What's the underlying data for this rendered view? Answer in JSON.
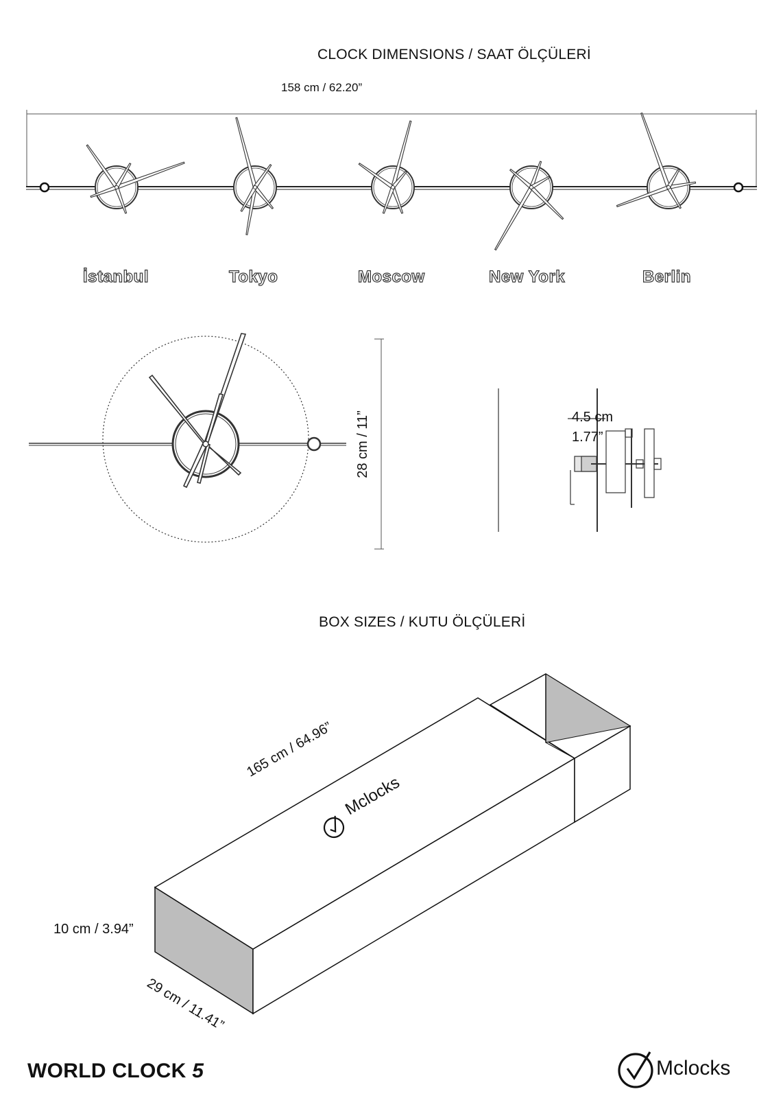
{
  "headings": {
    "clock_dimensions": "CLOCK DIMENSIONS / SAAT ÖLÇÜLERİ",
    "box_sizes": "BOX SIZES / KUTU ÖLÇÜLERİ"
  },
  "clock": {
    "total_width": "158 cm / 62.20”",
    "diameter": "28 cm / 11”",
    "depth_cm": "4.5 cm",
    "depth_in": "1.77”"
  },
  "cities": [
    "İstanbul",
    "Tokyo",
    "Moscow",
    "New York",
    "Berlin"
  ],
  "box": {
    "length": "165 cm / 64.96”",
    "height": "10 cm / 3.94”",
    "width": "29 cm / 11.41”",
    "lid_logo": "Mclocks"
  },
  "footer": {
    "product_name": "WORLD CLOCK",
    "product_number": "5",
    "brand": "Mclocks"
  }
}
